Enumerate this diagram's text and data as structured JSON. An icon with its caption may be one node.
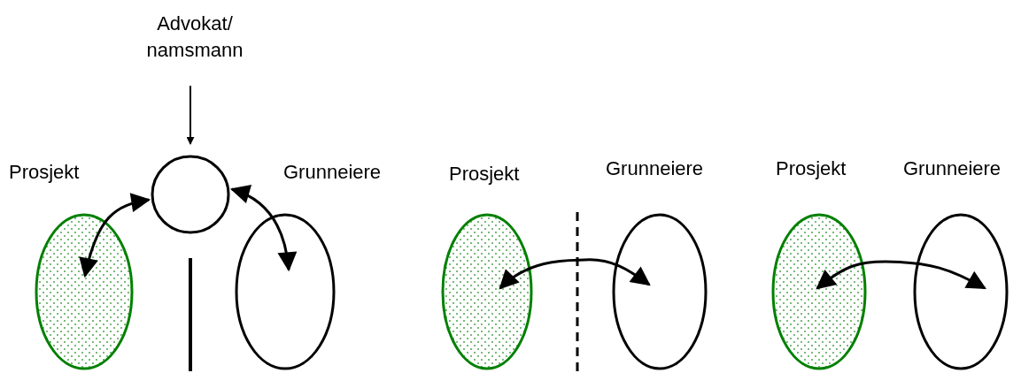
{
  "diagram": {
    "nodes": [
      {
        "text": [
          "Advokat/ namsmann"
        ]
      },
      {
        "text": [],
        "shape": "circle"
      },
      {
        "text": [
          "Prosjekt"
        ]
      },
      {
        "text": [
          "Grunneiere"
        ]
      },
      {
        "text": [
          "Prosjekt"
        ]
      },
      {
        "text": [
          "Grunneiere"
        ]
      },
      {
        "text": [
          "Prosjekt"
        ]
      },
      {
        "text": [
          "Grunneiere"
        ]
      }
    ],
    "edges": [
      {
        "from": 0,
        "to": 1,
        "arrow": "to"
      },
      {
        "from": 1,
        "to": 2,
        "arrow": "both"
      },
      {
        "from": 1,
        "to": 3,
        "arrow": "both"
      },
      {
        "from": 4,
        "to": 5,
        "arrow": "both"
      },
      {
        "from": 6,
        "to": 7,
        "arrow": "both"
      }
    ]
  }
}
